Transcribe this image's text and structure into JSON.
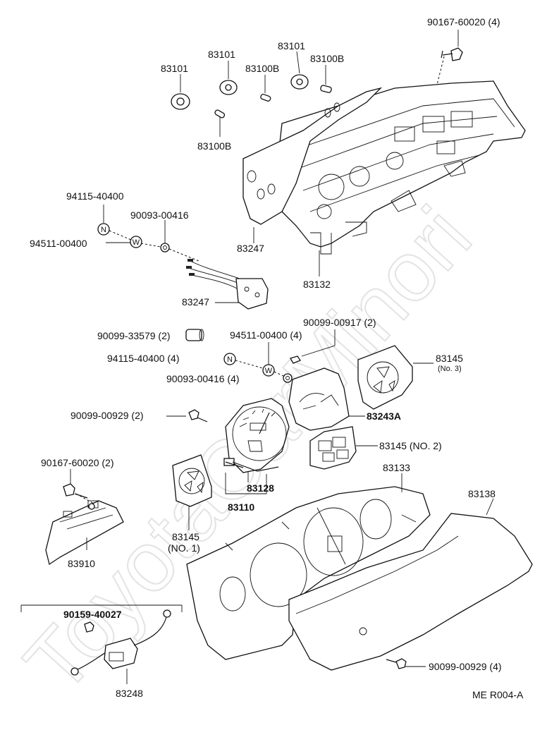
{
  "watermark": "ToyotaCarMinori",
  "footer": {
    "code": "ME  R004-A"
  },
  "labels": {
    "l_90167_top": "90167-60020 (4)",
    "l_83101_a": "83101",
    "l_83101_b": "83101",
    "l_83101_c": "83101",
    "l_83100b_a": "83100B",
    "l_83100b_b": "83100B",
    "l_83100b_c": "83100B",
    "l_94115_a": "94115-40400",
    "l_90093_a": "90093-00416",
    "l_94511_a": "94511-00400",
    "l_83247_a": "83247",
    "l_83247_b": "83247",
    "l_83132": "83132",
    "l_90099_33579": "90099-33579 (2)",
    "l_94511_b": "94511-00400 (4)",
    "l_90099_00917": "90099-00917 (2)",
    "l_94115_b": "94115-40400 (4)",
    "l_90093_b": "90093-00416 (4)",
    "l_83145_no3": "83145",
    "l_83145_no3_sub": "(No. 3)",
    "l_90099_00929_a": "90099-00929 (2)",
    "l_83243a": "83243A",
    "l_83145_no2": "83145 (NO. 2)",
    "l_90167_mid": "90167-60020 (2)",
    "l_83128": "83128",
    "l_83110": "83110",
    "l_83133": "83133",
    "l_83138": "83138",
    "l_83145_no1": "83145",
    "l_83145_no1_sub": "(NO. 1)",
    "l_83910": "83910",
    "l_90159": "90159-40027",
    "l_83248": "83248",
    "l_90099_00929_b": "90099-00929 (4)"
  },
  "washer_marks": {
    "n1": "N",
    "w1": "W",
    "n2": "N",
    "w2": "W"
  }
}
